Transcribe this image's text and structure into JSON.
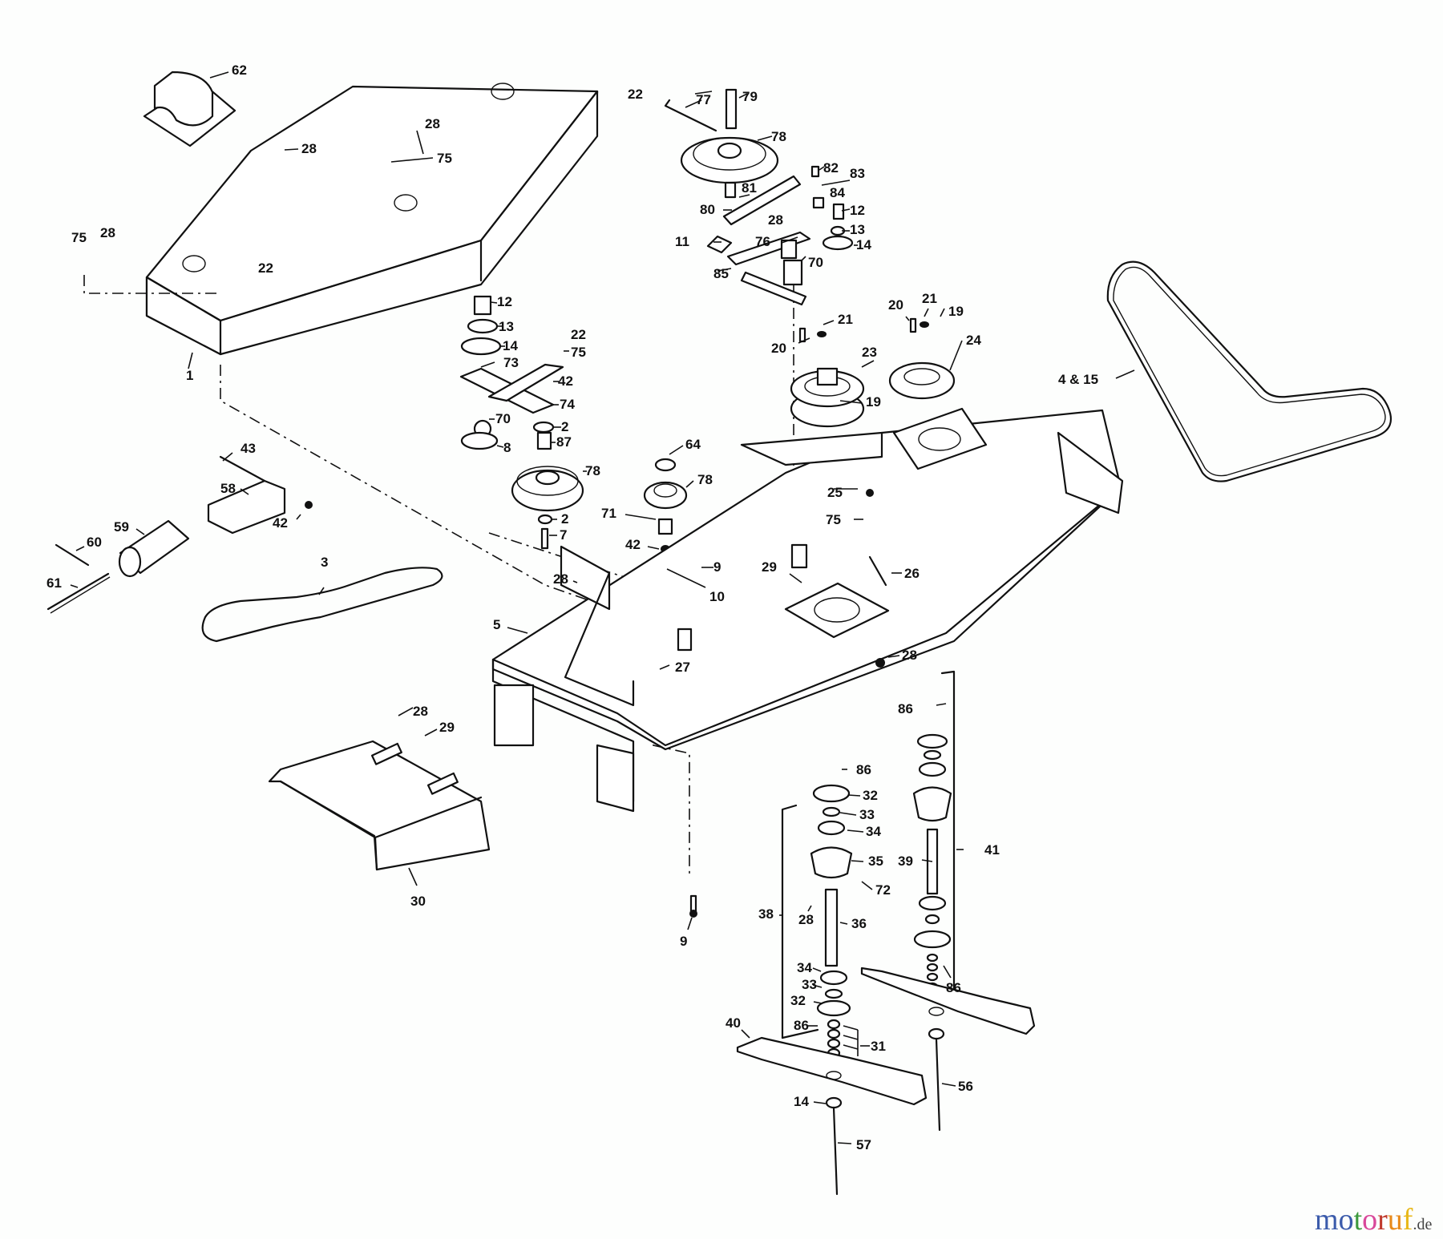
{
  "diagram": {
    "title": "Mower deck exploded parts diagram",
    "labels": {
      "p62": "62",
      "p28a": "28",
      "p28b": "28",
      "p75a": "75",
      "p75b": "75",
      "p28c": "28",
      "p22a": "22",
      "p1": "1",
      "p22b": "22",
      "p77": "77",
      "p79": "79",
      "p78a": "78",
      "p82": "82",
      "p83": "83",
      "p81": "81",
      "p84": "84",
      "p80": "80",
      "p12a": "12",
      "p28d": "28",
      "p13a": "13",
      "p11": "11",
      "p76": "76",
      "p14a": "14",
      "p70a": "70",
      "p85": "85",
      "p12b": "12",
      "p13b": "13",
      "p14b": "14",
      "p22c": "22",
      "p75c": "75",
      "p73": "73",
      "p42a": "42",
      "p74": "74",
      "p70b": "70",
      "p2a": "2",
      "p87": "87",
      "p8": "8",
      "p78b": "78",
      "p2b": "2",
      "p7": "7",
      "p64": "64",
      "p78c": "78",
      "p71": "71",
      "p42b": "42",
      "p9a": "9",
      "p10": "10",
      "p20a": "20",
      "p21a": "21",
      "p23": "23",
      "p19a": "19",
      "p20b": "20",
      "p21b": "21",
      "p19b": "19",
      "p24": "24",
      "p4_15": "4 & 15",
      "p25": "25",
      "p75d": "75",
      "p26": "26",
      "p29a": "29",
      "p28e": "28",
      "p43": "43",
      "p58": "58",
      "p42c": "42",
      "p59": "59",
      "p60": "60",
      "p61": "61",
      "p3": "3",
      "p28f": "28",
      "p5": "5",
      "p27": "27",
      "p86a": "86",
      "p28g": "28",
      "p29b": "29",
      "p30": "30",
      "p9b": "9",
      "p86b": "86",
      "p32a": "32",
      "p33a": "33",
      "p34a": "34",
      "p35": "35",
      "p72": "72",
      "p39": "39",
      "p41": "41",
      "p38": "38",
      "p28h": "28",
      "p36": "36",
      "p34b": "34",
      "p33b": "33",
      "p32b": "32",
      "p86c": "86",
      "p86d": "86",
      "p31": "31",
      "p40": "40",
      "p14c": "14",
      "p56": "56",
      "p57": "57"
    }
  },
  "watermark": {
    "letters": [
      "m",
      "o",
      "t",
      "o",
      "r",
      "u",
      "f"
    ],
    "colors": [
      "#3b5bab",
      "#3b5bab",
      "#3d9a3d",
      "#d9489a",
      "#c0392b",
      "#e88a1a",
      "#e8b81a"
    ],
    "tld": ".de"
  }
}
